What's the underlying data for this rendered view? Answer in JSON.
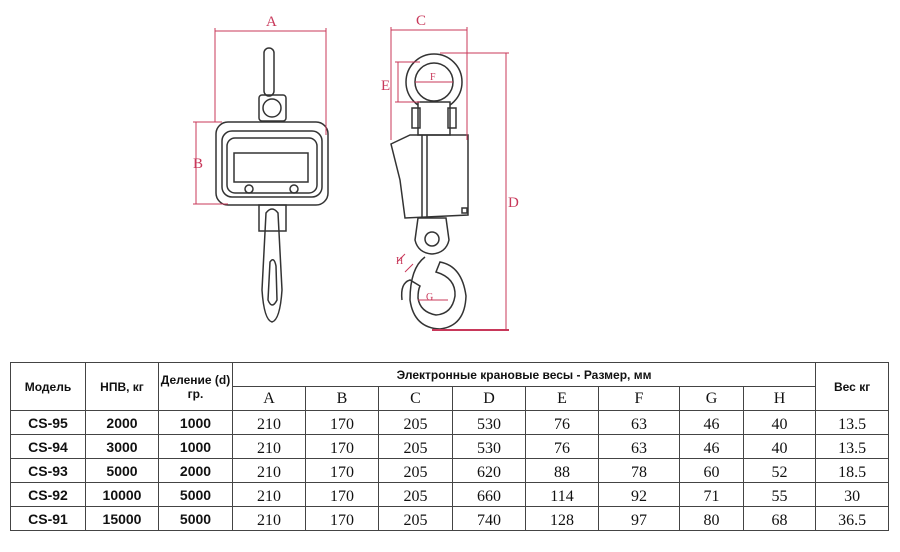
{
  "diagram": {
    "labels": {
      "A": "A",
      "B": "B",
      "C": "C",
      "D": "D",
      "E": "E",
      "F": "F",
      "G": "G",
      "H": "H"
    },
    "line_color": "#c8385a"
  },
  "table": {
    "headers": {
      "model": "Модель",
      "capacity": "НПВ, кг",
      "division": "Деление (d) гр.",
      "dimensions": "Электронные крановые весы - Размер, мм",
      "weight": "Вес кг",
      "dim_cols": [
        "A",
        "B",
        "C",
        "D",
        "E",
        "F",
        "G",
        "H"
      ]
    },
    "rows": [
      {
        "model": "CS-95",
        "capacity": "2000",
        "division": "1000",
        "dims": [
          "210",
          "170",
          "205",
          "530",
          "76",
          "63",
          "46",
          "40"
        ],
        "weight": "13.5"
      },
      {
        "model": "CS-94",
        "capacity": "3000",
        "division": "1000",
        "dims": [
          "210",
          "170",
          "205",
          "530",
          "76",
          "63",
          "46",
          "40"
        ],
        "weight": "13.5"
      },
      {
        "model": "CS-93",
        "capacity": "5000",
        "division": "2000",
        "dims": [
          "210",
          "170",
          "205",
          "620",
          "88",
          "78",
          "60",
          "52"
        ],
        "weight": "18.5"
      },
      {
        "model": "CS-92",
        "capacity": "10000",
        "division": "5000",
        "dims": [
          "210",
          "170",
          "205",
          "660",
          "114",
          "92",
          "71",
          "55"
        ],
        "weight": "30"
      },
      {
        "model": "CS-91",
        "capacity": "15000",
        "division": "5000",
        "dims": [
          "210",
          "170",
          "205",
          "740",
          "128",
          "97",
          "80",
          "68"
        ],
        "weight": "36.5"
      }
    ]
  }
}
